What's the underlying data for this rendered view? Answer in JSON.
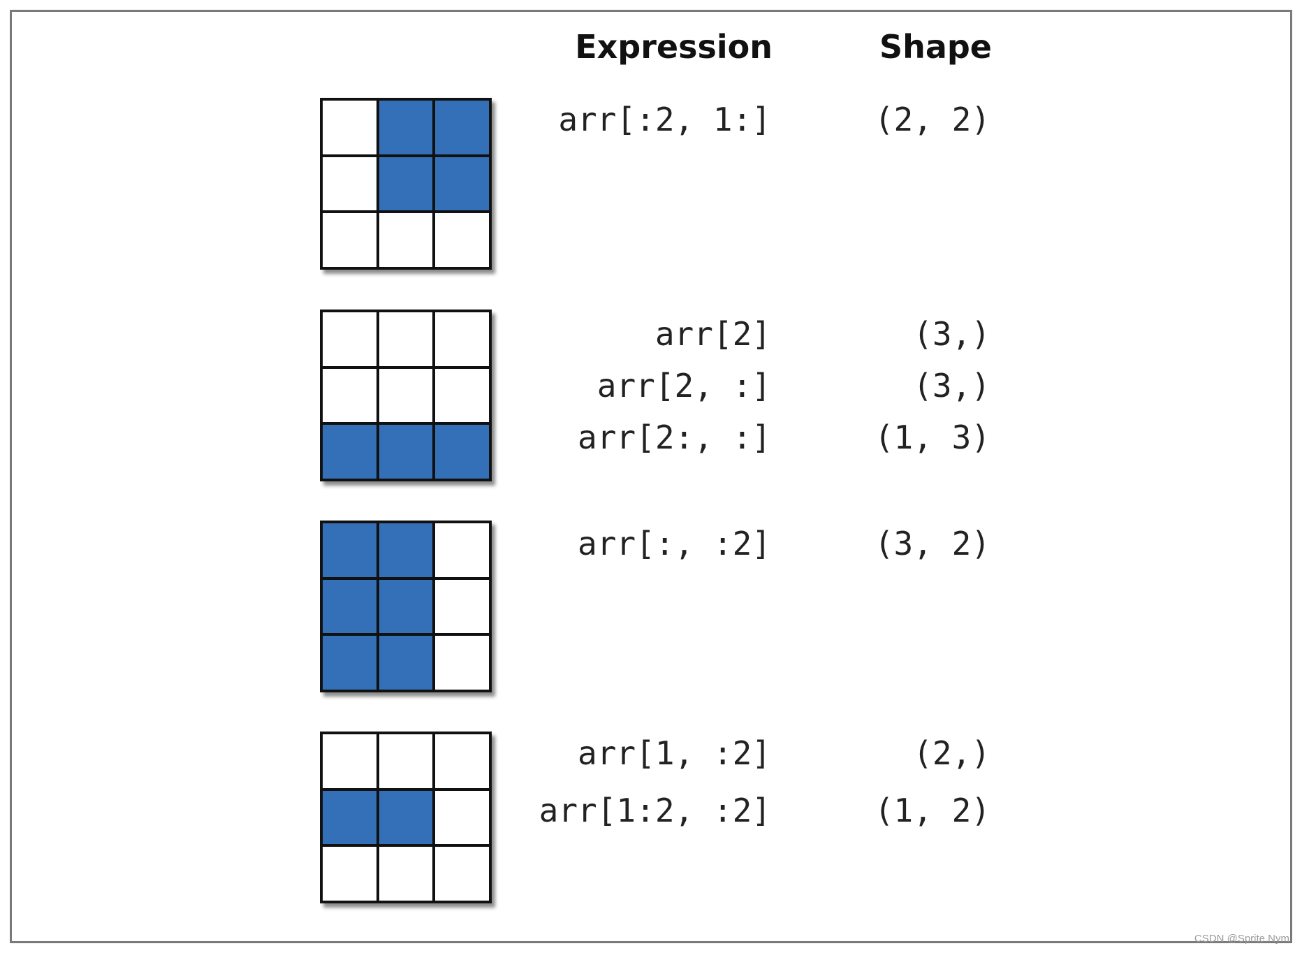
{
  "headers": {
    "expression": "Expression",
    "shape": "Shape"
  },
  "colors": {
    "selected": "#3370b7",
    "unselected": "#ffffff",
    "border": "#111111"
  },
  "examples": [
    {
      "selected_cells": [
        [
          0,
          1
        ],
        [
          0,
          2
        ],
        [
          1,
          1
        ],
        [
          1,
          2
        ]
      ],
      "rows": [
        {
          "expression": "arr[:2, 1:]",
          "shape": "(2, 2)"
        }
      ]
    },
    {
      "selected_cells": [
        [
          2,
          0
        ],
        [
          2,
          1
        ],
        [
          2,
          2
        ]
      ],
      "rows": [
        {
          "expression": "arr[2]",
          "shape": "(3,)"
        },
        {
          "expression": "arr[2, :]",
          "shape": "(3,)"
        },
        {
          "expression": "arr[2:, :]",
          "shape": "(1, 3)"
        }
      ]
    },
    {
      "selected_cells": [
        [
          0,
          0
        ],
        [
          0,
          1
        ],
        [
          1,
          0
        ],
        [
          1,
          1
        ],
        [
          2,
          0
        ],
        [
          2,
          1
        ]
      ],
      "rows": [
        {
          "expression": "arr[:, :2]",
          "shape": "(3, 2)"
        }
      ]
    },
    {
      "selected_cells": [
        [
          1,
          0
        ],
        [
          1,
          1
        ]
      ],
      "rows": [
        {
          "expression": "arr[1, :2]",
          "shape": "(2,)"
        },
        {
          "expression": "arr[1:2, :2]",
          "shape": "(1, 2)"
        }
      ]
    }
  ],
  "watermark": "CSDN @Sprite.Nym"
}
